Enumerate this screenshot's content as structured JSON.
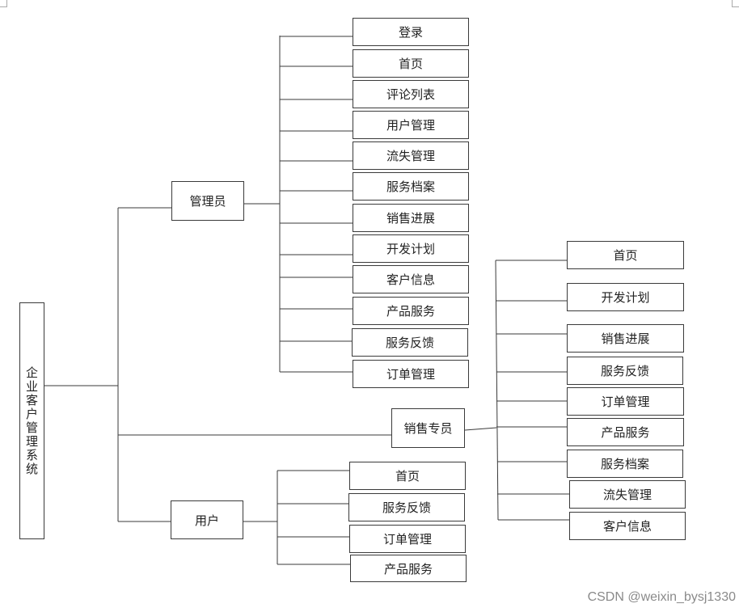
{
  "root": "企业客户管理系统",
  "roles": [
    {
      "label": "管理员",
      "modules": [
        "登录",
        "首页",
        "评论列表",
        "用户管理",
        "流失管理",
        "服务档案",
        "销售进展",
        "开发计划",
        "客户信息",
        "产品服务",
        "服务反馈",
        "订单管理"
      ]
    },
    {
      "label": "销售专员",
      "modules": [
        "首页",
        "开发计划",
        "销售进展",
        "服务反馈",
        "订单管理",
        "产品服务",
        "服务档案",
        "流失管理",
        "客户信息"
      ]
    },
    {
      "label": "用户",
      "modules": [
        "首页",
        "服务反馈",
        "订单管理",
        "产品服务"
      ]
    }
  ],
  "watermark": "CSDN @weixin_bysj1330"
}
